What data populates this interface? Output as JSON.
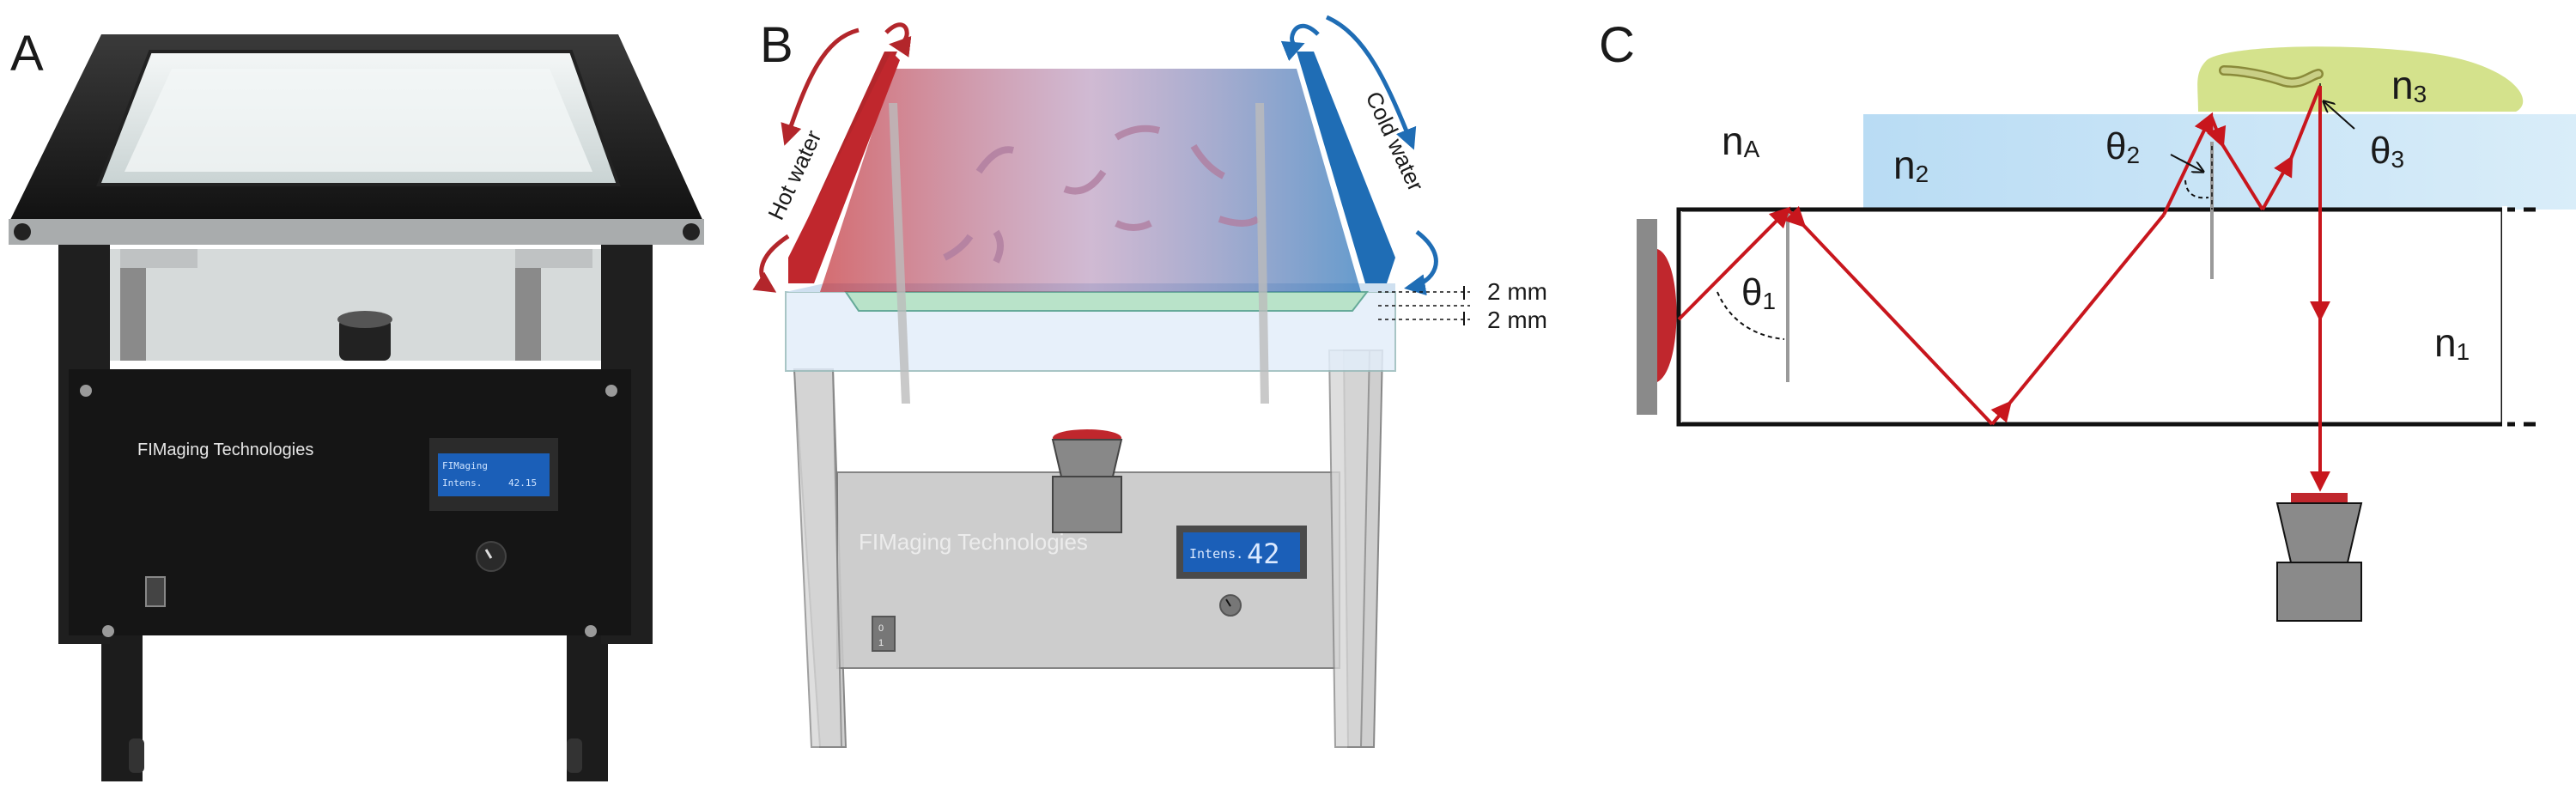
{
  "panels": {
    "a": {
      "letter": "A",
      "brand": "FIMaging Technologies",
      "lcd_line1": "FIMaging",
      "lcd_line2": "Intens.",
      "lcd_value": "42.15"
    },
    "b": {
      "letter": "B",
      "brand": "FIMaging Technologies",
      "hot_label": "Hot water",
      "cold_label": "Cold water",
      "dim_top": "2 mm",
      "dim_bottom": "2 mm",
      "lcd_label": "Intens.",
      "lcd_value": "42",
      "switch_top": "0",
      "switch_bottom": "1"
    },
    "c": {
      "letter": "C",
      "n_a": "nA",
      "n_1": "n1",
      "n_2": "n2",
      "n_3": "n3",
      "theta_1": "θ1",
      "theta_2": "θ2",
      "theta_3": "θ3"
    }
  },
  "colors": {
    "hot": "#c0272d",
    "cold": "#1f6db5",
    "ray": "#c8161d",
    "medium_blue": "#cfe6f7",
    "medium_green": "#d4e28c"
  }
}
